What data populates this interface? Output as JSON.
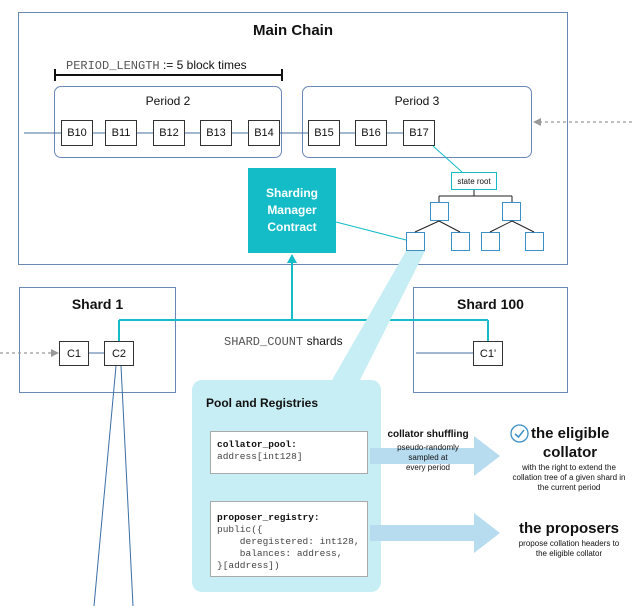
{
  "main_chain": {
    "title": "Main Chain",
    "period_length_code": "PERIOD_LENGTH",
    "period_length_text": ":= 5 block times",
    "periods": [
      {
        "label": "Period 2",
        "blocks": [
          "B10",
          "B11",
          "B12",
          "B13",
          "B14"
        ]
      },
      {
        "label": "Period 3",
        "blocks": [
          "B15",
          "B16",
          "B17"
        ]
      }
    ],
    "state_root_label": "state root",
    "smc_label": "Sharding Manager Contract"
  },
  "shards": [
    {
      "title": "Shard 1",
      "blocks": [
        "C1",
        "C2"
      ]
    },
    {
      "title": "Shard 100",
      "blocks": [
        "C1'"
      ]
    }
  ],
  "shard_count_code": "SHARD_COUNT",
  "shard_count_text": "shards",
  "pool": {
    "title": "Pool and Registries",
    "collator_pool": {
      "name": "collator_pool:",
      "type": "address[int128]"
    },
    "proposer_registry": {
      "name": "proposer_registry:",
      "lines": [
        "public({",
        "    deregistered: int128,",
        "    balances: address,",
        "}[address])"
      ]
    }
  },
  "collator_shuffling": {
    "title": "collator shuffling",
    "desc": [
      "pseudo-randomly",
      "sampled at",
      "every period"
    ]
  },
  "eligible_collator": {
    "title_line1": "the eligible",
    "title_line2": "collator",
    "desc": [
      "with the right to extend the",
      "collation tree of a given shard in",
      "the current period"
    ]
  },
  "proposers": {
    "title": "the proposers",
    "desc": [
      "propose collation headers to",
      "the eligible collator"
    ]
  },
  "colors": {
    "border": "#6a86b3",
    "teal": "#14bcc8",
    "pool_bg": "#c8eef5",
    "arrow": "#b7dcf0",
    "check": "#3b8fc4"
  }
}
